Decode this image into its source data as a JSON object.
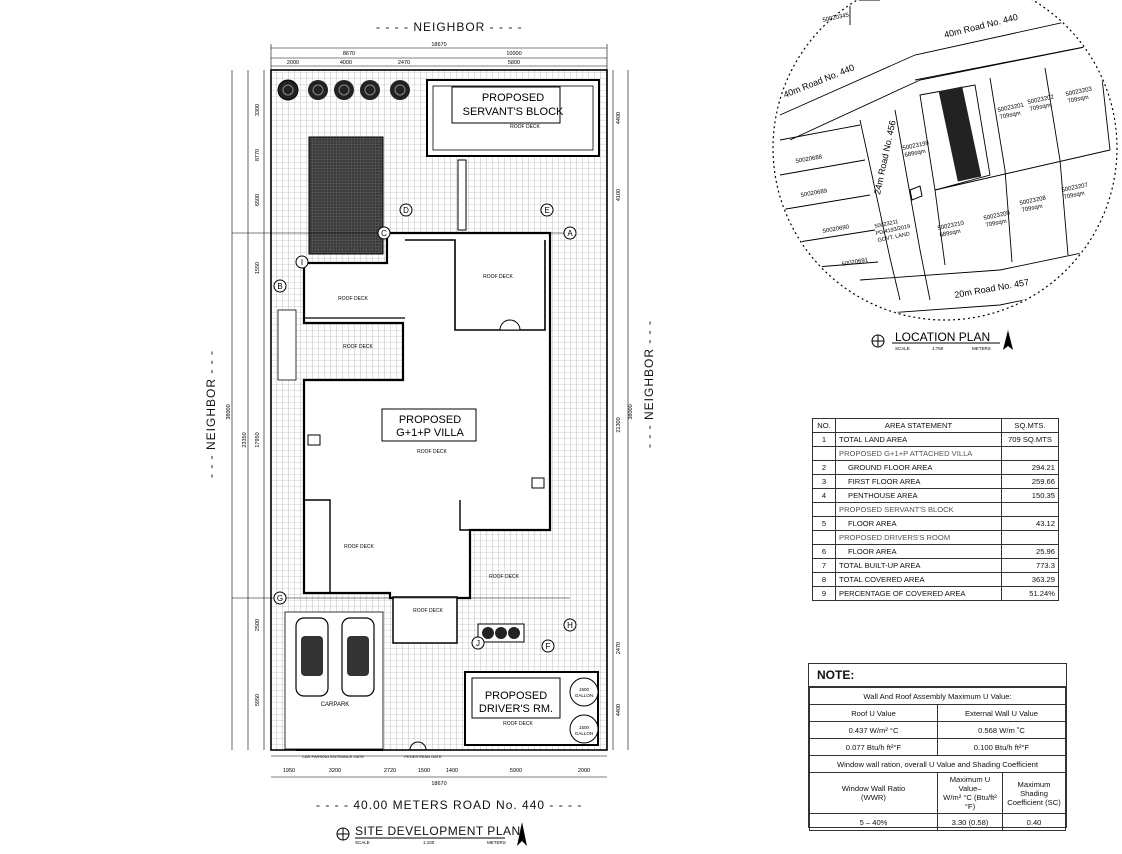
{
  "site": {
    "neighbor_top": "- - - - NEIGHBOR - - - -",
    "neighbor_left": "- - - NEIGHBOR - - -",
    "neighbor_right": "- - - NEIGHBOR - - -",
    "road_bottom": "- - - -  40.00 METERS ROAD  No. 440  - - - -",
    "plan_title": "SITE DEVELOPMENT PLAN",
    "plan_scale_label": "SCALE",
    "plan_scale": "1:100",
    "plan_units": "METERS",
    "servant_block": [
      "PROPOSED",
      "SERVANT'S BLOCK"
    ],
    "villa": [
      "PROPOSED",
      "G+1+P VILLA"
    ],
    "driver_room": [
      "PROPOSED",
      "DRIVER'S RM."
    ],
    "carpark": "CARPARK",
    "gallon1": [
      "1500",
      "GALLON"
    ],
    "gallon2": [
      "1500",
      "GALLON"
    ],
    "car_gate": "CAR PARKING ENTRANCE GATE",
    "ped_gate": "PEDESTRIAN GATE",
    "roof_deck": "ROOF DECK",
    "dims_top": [
      "8670",
      "18670",
      "10000",
      "2000",
      "4000",
      "2470",
      "5800"
    ],
    "dims_bottom": [
      "1950",
      "3200",
      "2720",
      "1500",
      "1400",
      "5900",
      "2000",
      "18670"
    ],
    "dims_left": [
      "3300",
      "8770",
      "6500",
      "1550",
      "38000",
      "23350",
      "17950",
      "2500",
      "5950"
    ],
    "dims_right": [
      "4400",
      "4100",
      "38000",
      "21300",
      "2470",
      "4400"
    ],
    "grid_labels": [
      "A",
      "B",
      "C",
      "D",
      "E",
      "F",
      "G",
      "H",
      "I",
      "J"
    ]
  },
  "location": {
    "title": "LOCATION PLAN",
    "scale_label": "SCALE",
    "scale": "1:750",
    "units": "METERS",
    "road1": "40m Road No. 440",
    "road2": "40m Road No. 440",
    "road3": "24m Road No. 456",
    "road4": "20m Road No. 457",
    "plots": [
      "50020345",
      "50020688",
      "50020689",
      "50020690",
      "50020691",
      "50023199",
      "50023201",
      "50023202",
      "50023203",
      "50023210",
      "50023209",
      "50023208",
      "50023207"
    ],
    "plot_areas": [
      "689sqm",
      "709sqm",
      "709sqm",
      "709sqm",
      "689sqm",
      "709sqm",
      "709sqm",
      "709sqm"
    ],
    "govt_land": [
      "50023211",
      "PD/4193/2019",
      "GOVT. LAND"
    ]
  },
  "area_statement": {
    "headers": [
      "NO.",
      "AREA STATEMENT",
      "SQ.MTS."
    ],
    "rows": [
      {
        "no": "1",
        "label": "TOTAL  LAND  AREA",
        "value": "709  SQ.MTS",
        "kind": "row"
      },
      {
        "no": "",
        "label": "PROPOSED  G+1+P  ATTACHED VILLA",
        "value": "",
        "kind": "section"
      },
      {
        "no": "2",
        "label": "GROUND FLOOR AREA",
        "value": "294.21",
        "kind": "indent"
      },
      {
        "no": "3",
        "label": "FIRST FLOOR AREA",
        "value": "259.66",
        "kind": "indent"
      },
      {
        "no": "4",
        "label": "PENTHOUSE  AREA",
        "value": "150.35",
        "kind": "indent"
      },
      {
        "no": "",
        "label": "PROPOSED  SERVANT'S BLOCK",
        "value": "",
        "kind": "section"
      },
      {
        "no": "5",
        "label": "FLOOR  AREA",
        "value": "43.12",
        "kind": "indent"
      },
      {
        "no": "",
        "label": "PROPOSED  DRIVERS'S ROOM",
        "value": "",
        "kind": "section"
      },
      {
        "no": "6",
        "label": "FLOOR  AREA",
        "value": "25.96",
        "kind": "indent"
      },
      {
        "no": "7",
        "label": "TOTAL  BUILT-UP  AREA",
        "value": "773.3",
        "kind": "row"
      },
      {
        "no": "8",
        "label": "TOTAL  COVERED  AREA",
        "value": "363.29",
        "kind": "row"
      },
      {
        "no": "9",
        "label": "PERCENTAGE  OF  COVERED  AREA",
        "value": "51.24%",
        "kind": "row"
      }
    ]
  },
  "note": {
    "title": "NOTE:",
    "line1": "Wall And Roof Assembly Maximum U Value:",
    "col_roof": "Roof U Value",
    "col_wall": "External Wall U Value",
    "roof_si": "0.437 W/m² °C",
    "wall_si": "0.568 W/m ˚C",
    "roof_ip": "0.077 Btu/h ft²°F",
    "wall_ip": "0.100 Btu/h ft²°F",
    "line2": "Window wall ration, overall U Value and Shading Coefficient",
    "h1": [
      "Window Wall Ratio",
      "(WWR)"
    ],
    "h2": [
      "Maximum U Value–",
      "W/m² °C (Btu/ft² °F)"
    ],
    "h3": [
      "Maximum Shading",
      "Coefficient (SC)"
    ],
    "v1": "5 – 40%",
    "v2": "3.30 (0.58)",
    "v3": "0.40"
  }
}
